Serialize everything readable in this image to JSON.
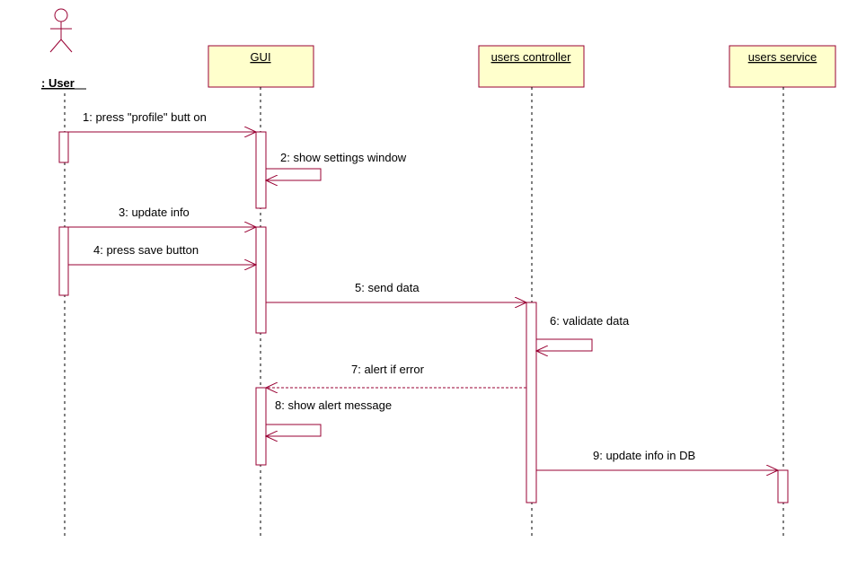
{
  "actor": {
    "label": ": User"
  },
  "objects": [
    {
      "id": "gui",
      "label": "GUI"
    },
    {
      "id": "users-controller",
      "label": "users controller"
    },
    {
      "id": "users-service",
      "label": "users service"
    }
  ],
  "messages": [
    {
      "label": "1: press \"profile\" butt on"
    },
    {
      "label": "2: show settings window"
    },
    {
      "label": "3: update info"
    },
    {
      "label": "4: press save button"
    },
    {
      "label": "5: send data"
    },
    {
      "label": "6: validate data"
    },
    {
      "label": "7: alert if error"
    },
    {
      "label": "8: show alert message"
    },
    {
      "label": "9: update info in DB"
    }
  ],
  "colors": {
    "box_fill": "#ffffcc",
    "line": "#990033",
    "lifeline": "#000000"
  }
}
